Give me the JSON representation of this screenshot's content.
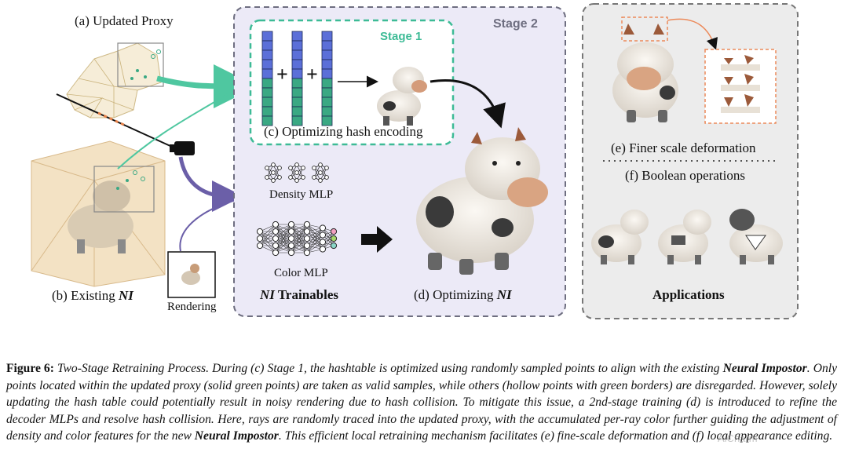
{
  "labels": {
    "a": "(a) Updated Proxy",
    "b_prefix": "(b) Existing ",
    "b_ni": "NI",
    "rendering": "Rendering",
    "stage1": "Stage 1",
    "stage2": "Stage 2",
    "c": "(c) Optimizing hash encoding",
    "density_mlp": "Density MLP",
    "color_mlp": "Color MLP",
    "ni_trainables_ni": "NI",
    "ni_trainables_rest": " Trainables",
    "d_prefix": "(d) Optimizing ",
    "d_ni": "NI",
    "e": "(e) Finer scale deformation",
    "f": "(f) Boolean operations",
    "applications": "Applications",
    "plus": "+"
  },
  "caption": {
    "fig_num": "Figure 6:",
    "part1": " Two-Stage Retraining Process. During (c) Stage 1, the hashtable is optimized using randomly sampled points to align with the existing ",
    "neural_impostor_1": "Neural Impostor",
    "part2": ". Only points located within the updated proxy (solid green points) are taken as valid samples, while others (hollow points with green borders) are disregarded. However, solely updating the hash table could potentially result in noisy rendering due to hash collision. To mitigate this issue, a 2nd-stage training (d) is introduced to refine the decoder MLPs and resolve hash collision. Here, rays are randomly traced into the updated proxy, with the accumulated per-ray color further guiding the adjustment of density and color features for the new ",
    "neural_impostor_2": "Neural Impostor",
    "part3": ". This efficient local retraining mechanism facilitates (e) fine-scale deformation and (f) local appearance editing."
  },
  "watermark": "AiCharm",
  "colors": {
    "stage1_border": "#3dbb96",
    "stage2_border": "#6e6e80",
    "stage2_fill": "#eceaf7",
    "apps_fill": "#ececec",
    "hash_blue": "#5b6fd8",
    "hash_green": "#3aa883",
    "arrow_green": "#4fc7a0",
    "arrow_purple": "#6b5fa8",
    "orange_box": "#ec8a5a"
  }
}
